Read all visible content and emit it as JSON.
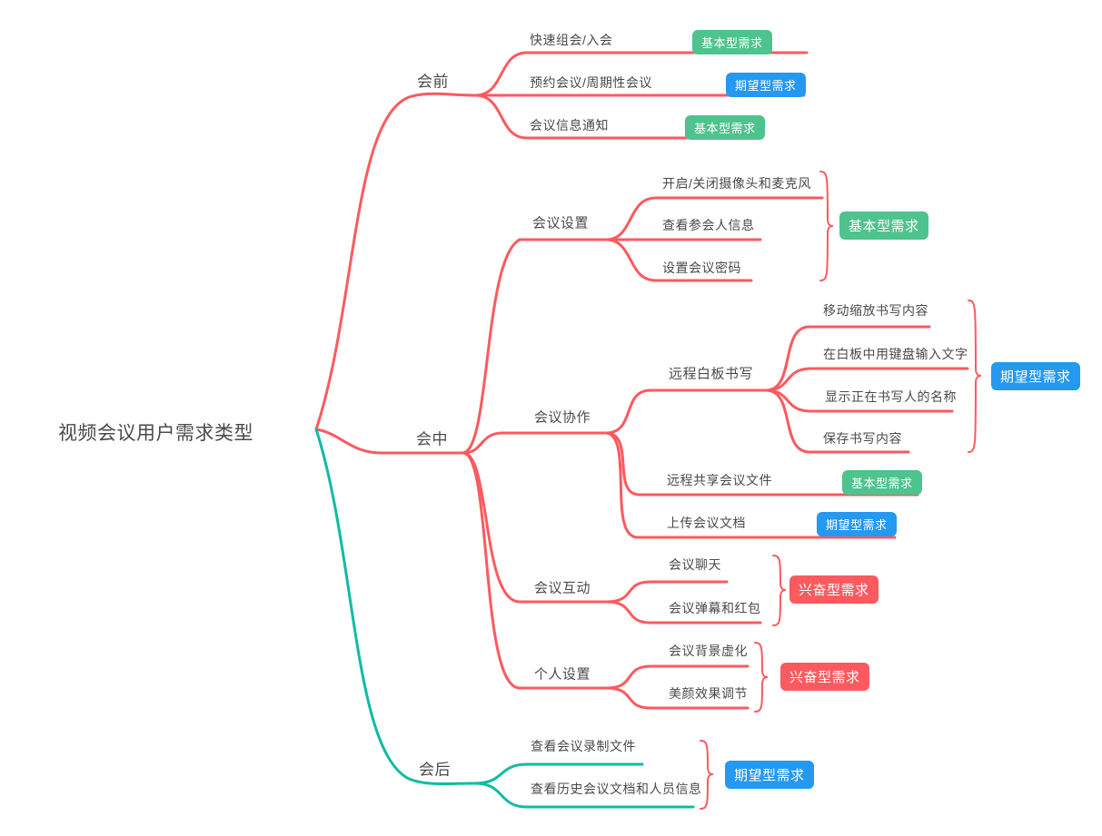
{
  "colors": {
    "line-red": "#FB5A5F",
    "line-teal": "#0FBBA5",
    "badge-green": "#4EC38D",
    "badge-blue": "#2598F0",
    "badge-red": "#FB5A5F",
    "text-dark": "#4A4A4A",
    "canvas-bg": "#FFFFFF"
  },
  "root": {
    "label": "视频会议用户需求类型"
  },
  "branches": [
    {
      "label": "会前",
      "children": [
        {
          "label": "快速组会/入会",
          "badge": "基本型需求"
        },
        {
          "label": "预约会议/周期性会议",
          "badge": "期望型需求"
        },
        {
          "label": "会议信息通知",
          "badge": "基本型需求"
        }
      ]
    },
    {
      "label": "会中",
      "children": [
        {
          "label": "会议设置",
          "group_badge": "基本型需求",
          "children": [
            {
              "label": "开启/关闭摄像头和麦克风"
            },
            {
              "label": "查看参会人信息"
            },
            {
              "label": "设置会议密码"
            }
          ]
        },
        {
          "label": "会议协作",
          "children": [
            {
              "label": "远程白板书写",
              "group_badge": "期望型需求",
              "children": [
                {
                  "label": "移动缩放书写内容"
                },
                {
                  "label": "在白板中用键盘输入文字"
                },
                {
                  "label": "显示正在书写人的名称"
                },
                {
                  "label": "保存书写内容"
                }
              ]
            },
            {
              "label": "远程共享会议文件",
              "badge": "基本型需求"
            },
            {
              "label": "上传会议文档",
              "badge": "期望型需求"
            }
          ]
        },
        {
          "label": "会议互动",
          "group_badge": "兴奋型需求",
          "children": [
            {
              "label": "会议聊天"
            },
            {
              "label": "会议弹幕和红包"
            }
          ]
        },
        {
          "label": "个人设置",
          "group_badge": "兴奋型需求",
          "children": [
            {
              "label": "会议背景虚化"
            },
            {
              "label": "美颜效果调节"
            }
          ]
        }
      ]
    },
    {
      "label": "会后",
      "group_badge": "期望型需求",
      "children": [
        {
          "label": "查看会议录制文件"
        },
        {
          "label": "查看历史会议文档和人员信息"
        }
      ]
    }
  ]
}
